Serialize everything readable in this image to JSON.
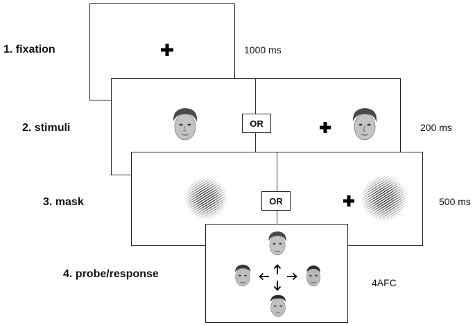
{
  "steps": [
    {
      "label": "1. fixation",
      "timing": "1000 ms"
    },
    {
      "label": "2. stimuli",
      "timing": "200 ms"
    },
    {
      "label": "3. mask",
      "timing": "500 ms"
    },
    {
      "label": "4. probe/response",
      "timing": "4AFC"
    }
  ],
  "or_label": "OR",
  "colors": {
    "frame": "#222222",
    "background": "#ffffff",
    "text": "#111111"
  }
}
